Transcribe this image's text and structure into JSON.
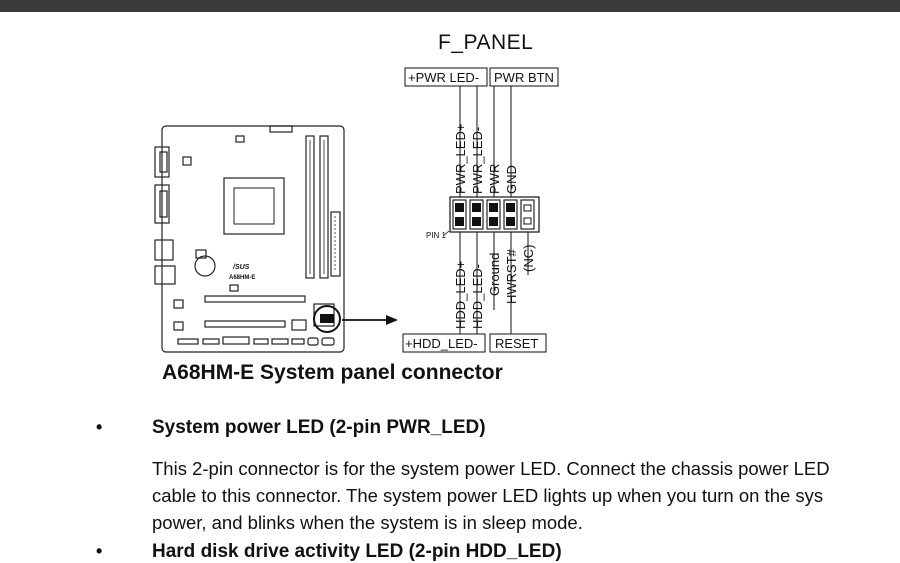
{
  "header_bar": {
    "color": "#3a3a3a"
  },
  "diagram": {
    "panel_title": "F_PANEL",
    "top_boxes": [
      "+PWR LED-",
      "PWR BTN"
    ],
    "bottom_boxes": [
      "+HDD_LED-",
      "RESET"
    ],
    "top_pin_labels": [
      "PWR_LED+",
      "PWR_LED-",
      "PWR",
      "GND"
    ],
    "bottom_pin_labels": [
      "HDD_LED+",
      "HDD_LED-",
      "Ground",
      "HWRST#",
      "(NC)"
    ],
    "pin1_label": "PIN 1",
    "board_brand": "/SUS",
    "board_model": "A68HM-E",
    "caption": "A68HM-E System panel connector"
  },
  "sections": [
    {
      "bullet": "•",
      "heading": "System power LED (2-pin PWR_LED)",
      "lines": [
        "This 2-pin connector is for the system power LED. Connect the chassis power LED",
        "cable to this connector. The system power LED lights up when you turn on the sys",
        "power, and blinks when the system is in sleep mode."
      ]
    },
    {
      "bullet": "•",
      "heading": "Hard disk drive activity LED (2-pin HDD_LED)"
    }
  ]
}
